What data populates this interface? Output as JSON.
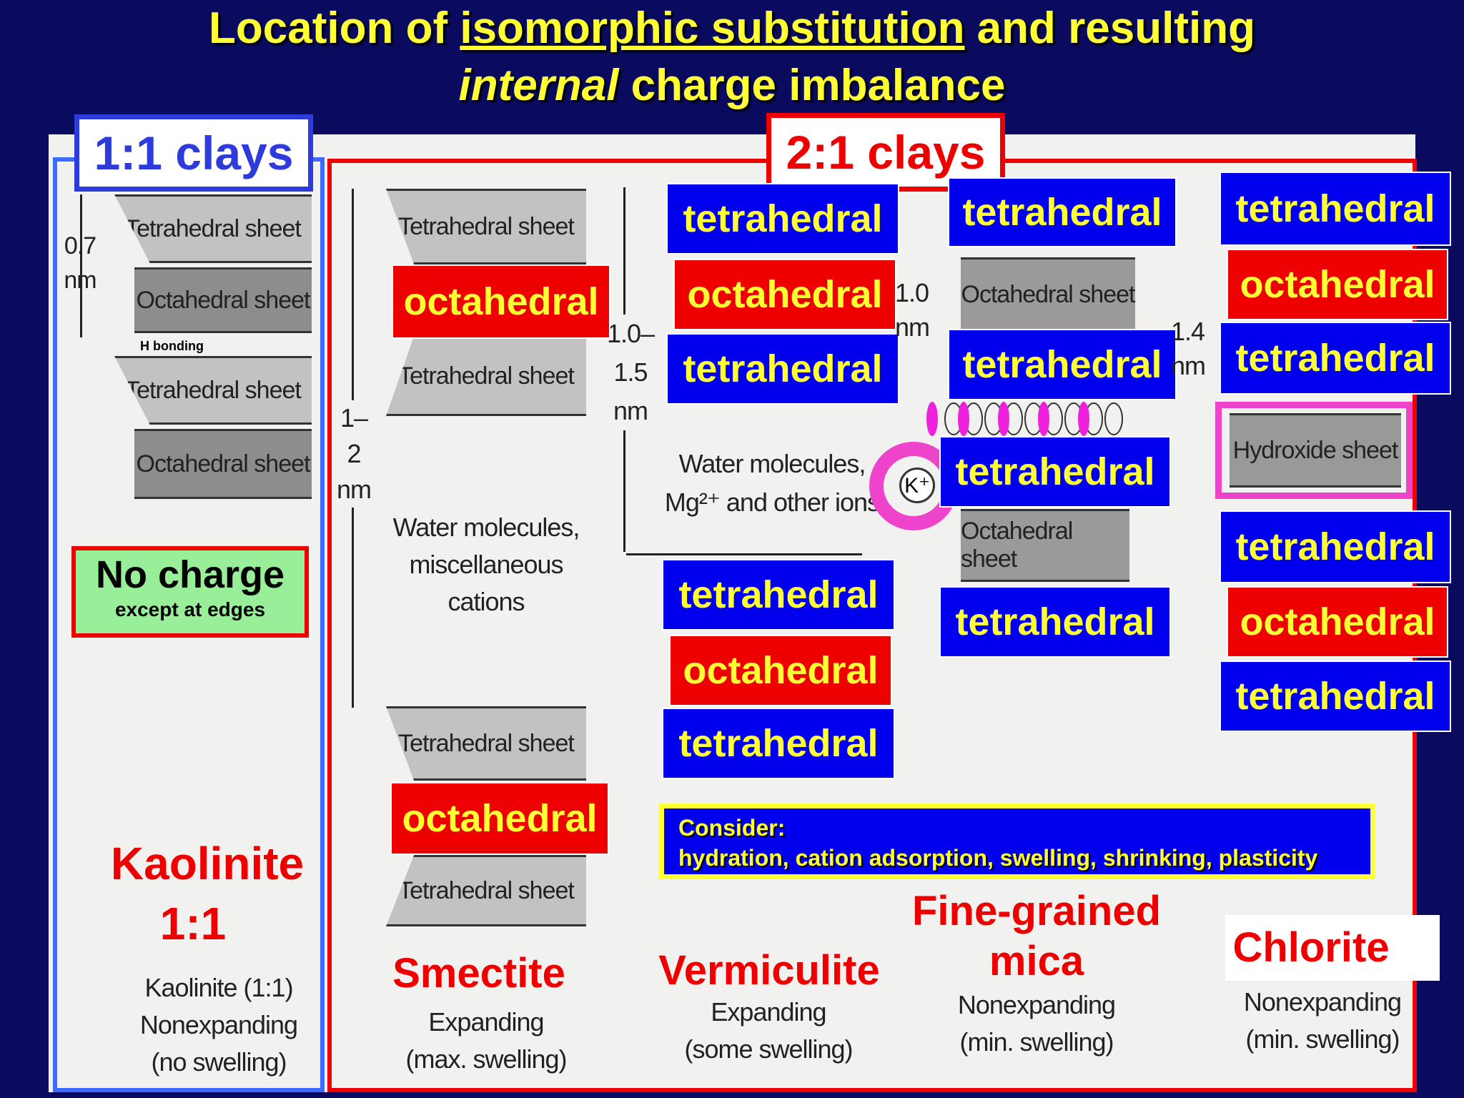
{
  "title": {
    "line1_pre": "Location of ",
    "line1_underline": "isomorphic substitution",
    "line1_post": " and resulting",
    "line2_italic": "internal",
    "line2_post": " charge imbalance"
  },
  "clay11": {
    "header": "1:1 clays",
    "dimension": "0.7\nnm",
    "sheets": [
      "Tetrahedral sheet",
      "Octahedral sheet",
      "Tetrahedral sheet",
      "Octahedral sheet"
    ],
    "h_bonding": "H bonding",
    "charge_title": "No charge",
    "charge_sub": "except at edges",
    "mineral_line1": "Kaolinite",
    "mineral_line2": "1:1",
    "caption": "Kaolinite (1:1)\nNonexpanding\n(no swelling)"
  },
  "clay21": {
    "header": "2:1 clays",
    "smectite": {
      "sheets": [
        "Tetrahedral sheet",
        "Tetrahedral sheet",
        "Tetrahedral sheet",
        "Tetrahedral sheet"
      ],
      "overlay_octahedral": "octahedral",
      "dim_outer": "1–2\nnm",
      "dim_inner": "1.0–\n1.5\nnm",
      "interlayer": "Water molecules,\nmiscellaneous cations",
      "name": "Smectite",
      "caption": "Expanding\n(max. swelling)"
    },
    "vermiculite": {
      "tet": "tetrahedral",
      "oct": "octahedral",
      "interlayer": "Water molecules,\nMg²⁺ and other ions",
      "name": "Vermiculite",
      "caption": "Expanding\n(some swelling)"
    },
    "mica": {
      "tet": "tetrahedral",
      "sheet": "Octahedral sheet",
      "k_ion": "K⁺",
      "dim": "1.0\nnm",
      "name_line1": "Fine-grained",
      "name_line2": "mica",
      "caption": "Nonexpanding\n(min. swelling)"
    },
    "chlorite": {
      "tet": "tetrahedral",
      "oct": "octahedral",
      "hydroxide": "Hydroxide sheet",
      "dim": "1.4\nnm",
      "name": "Chlorite",
      "caption": "Nonexpanding\n(min. swelling)"
    }
  },
  "consider": {
    "line1": "Consider:",
    "line2": "hydration, cation adsorption, swelling, shrinking, plasticity"
  },
  "colors": {
    "background": "#0a0a5e",
    "title": "#ffff33",
    "blue_box": "#0000ee",
    "red_box": "#ee0000",
    "green_box": "#99ee99",
    "magenta": "#ee33cc"
  }
}
